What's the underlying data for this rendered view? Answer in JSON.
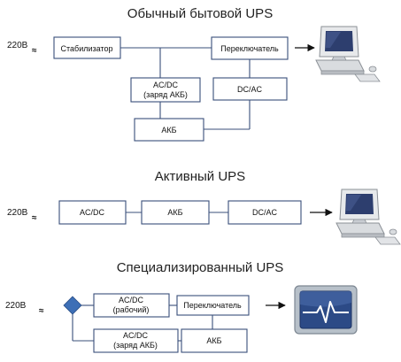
{
  "sections": [
    {
      "title": "Обычный бытовой UPS",
      "input_label": "220В",
      "boxes": {
        "stabilizer": "Стабилизатор",
        "switch": "Переключатель",
        "acdc_line1": "AC/DC",
        "acdc_line2": "(заряд АКБ)",
        "dcac": "DC/AC",
        "battery": "АКБ"
      },
      "output_icon": "desktop-computer-icon"
    },
    {
      "title": "Активный UPS",
      "input_label": "220В",
      "boxes": {
        "acdc": "AC/DC",
        "battery": "АКБ",
        "dcac": "DC/AC"
      },
      "output_icon": "desktop-computer-icon"
    },
    {
      "title": "Специализированный UPS",
      "input_label": "220В",
      "boxes": {
        "acdc_work_line1": "AC/DC",
        "acdc_work_line2": "(рабочий)",
        "switch": "Переключатель",
        "acdc_charge_line1": "AC/DC",
        "acdc_charge_line2": "(заряд АКБ)",
        "battery": "АКБ"
      },
      "output_icon": "monitor-waveform-icon"
    }
  ],
  "colors": {
    "box_stroke": "#3a4f7a",
    "diamond_fill": "#3d6fb6",
    "text": "#111111"
  }
}
